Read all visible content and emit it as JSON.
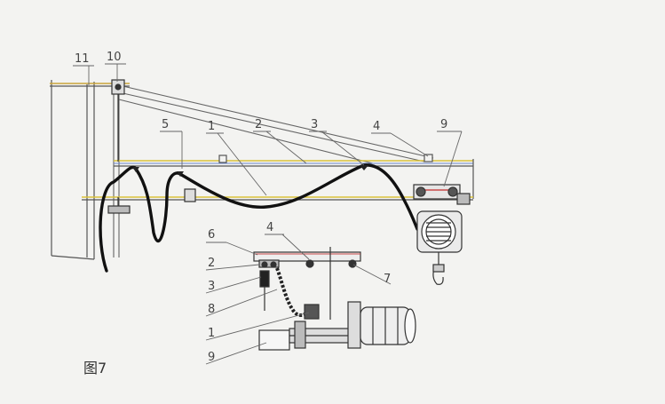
{
  "figure": {
    "caption": "图7",
    "top_labels": [
      "11",
      "10",
      "5",
      "1",
      "2",
      "3",
      "4",
      "9"
    ],
    "detail_labels": [
      "6",
      "4",
      "2",
      "3",
      "8",
      "1",
      "9",
      "7"
    ]
  },
  "colors": {
    "line": "#555555",
    "cable": "#111111",
    "accent_yellow": "#d9c23a",
    "accent_red": "#c94a4a",
    "accent_blue": "#6a86c9"
  }
}
